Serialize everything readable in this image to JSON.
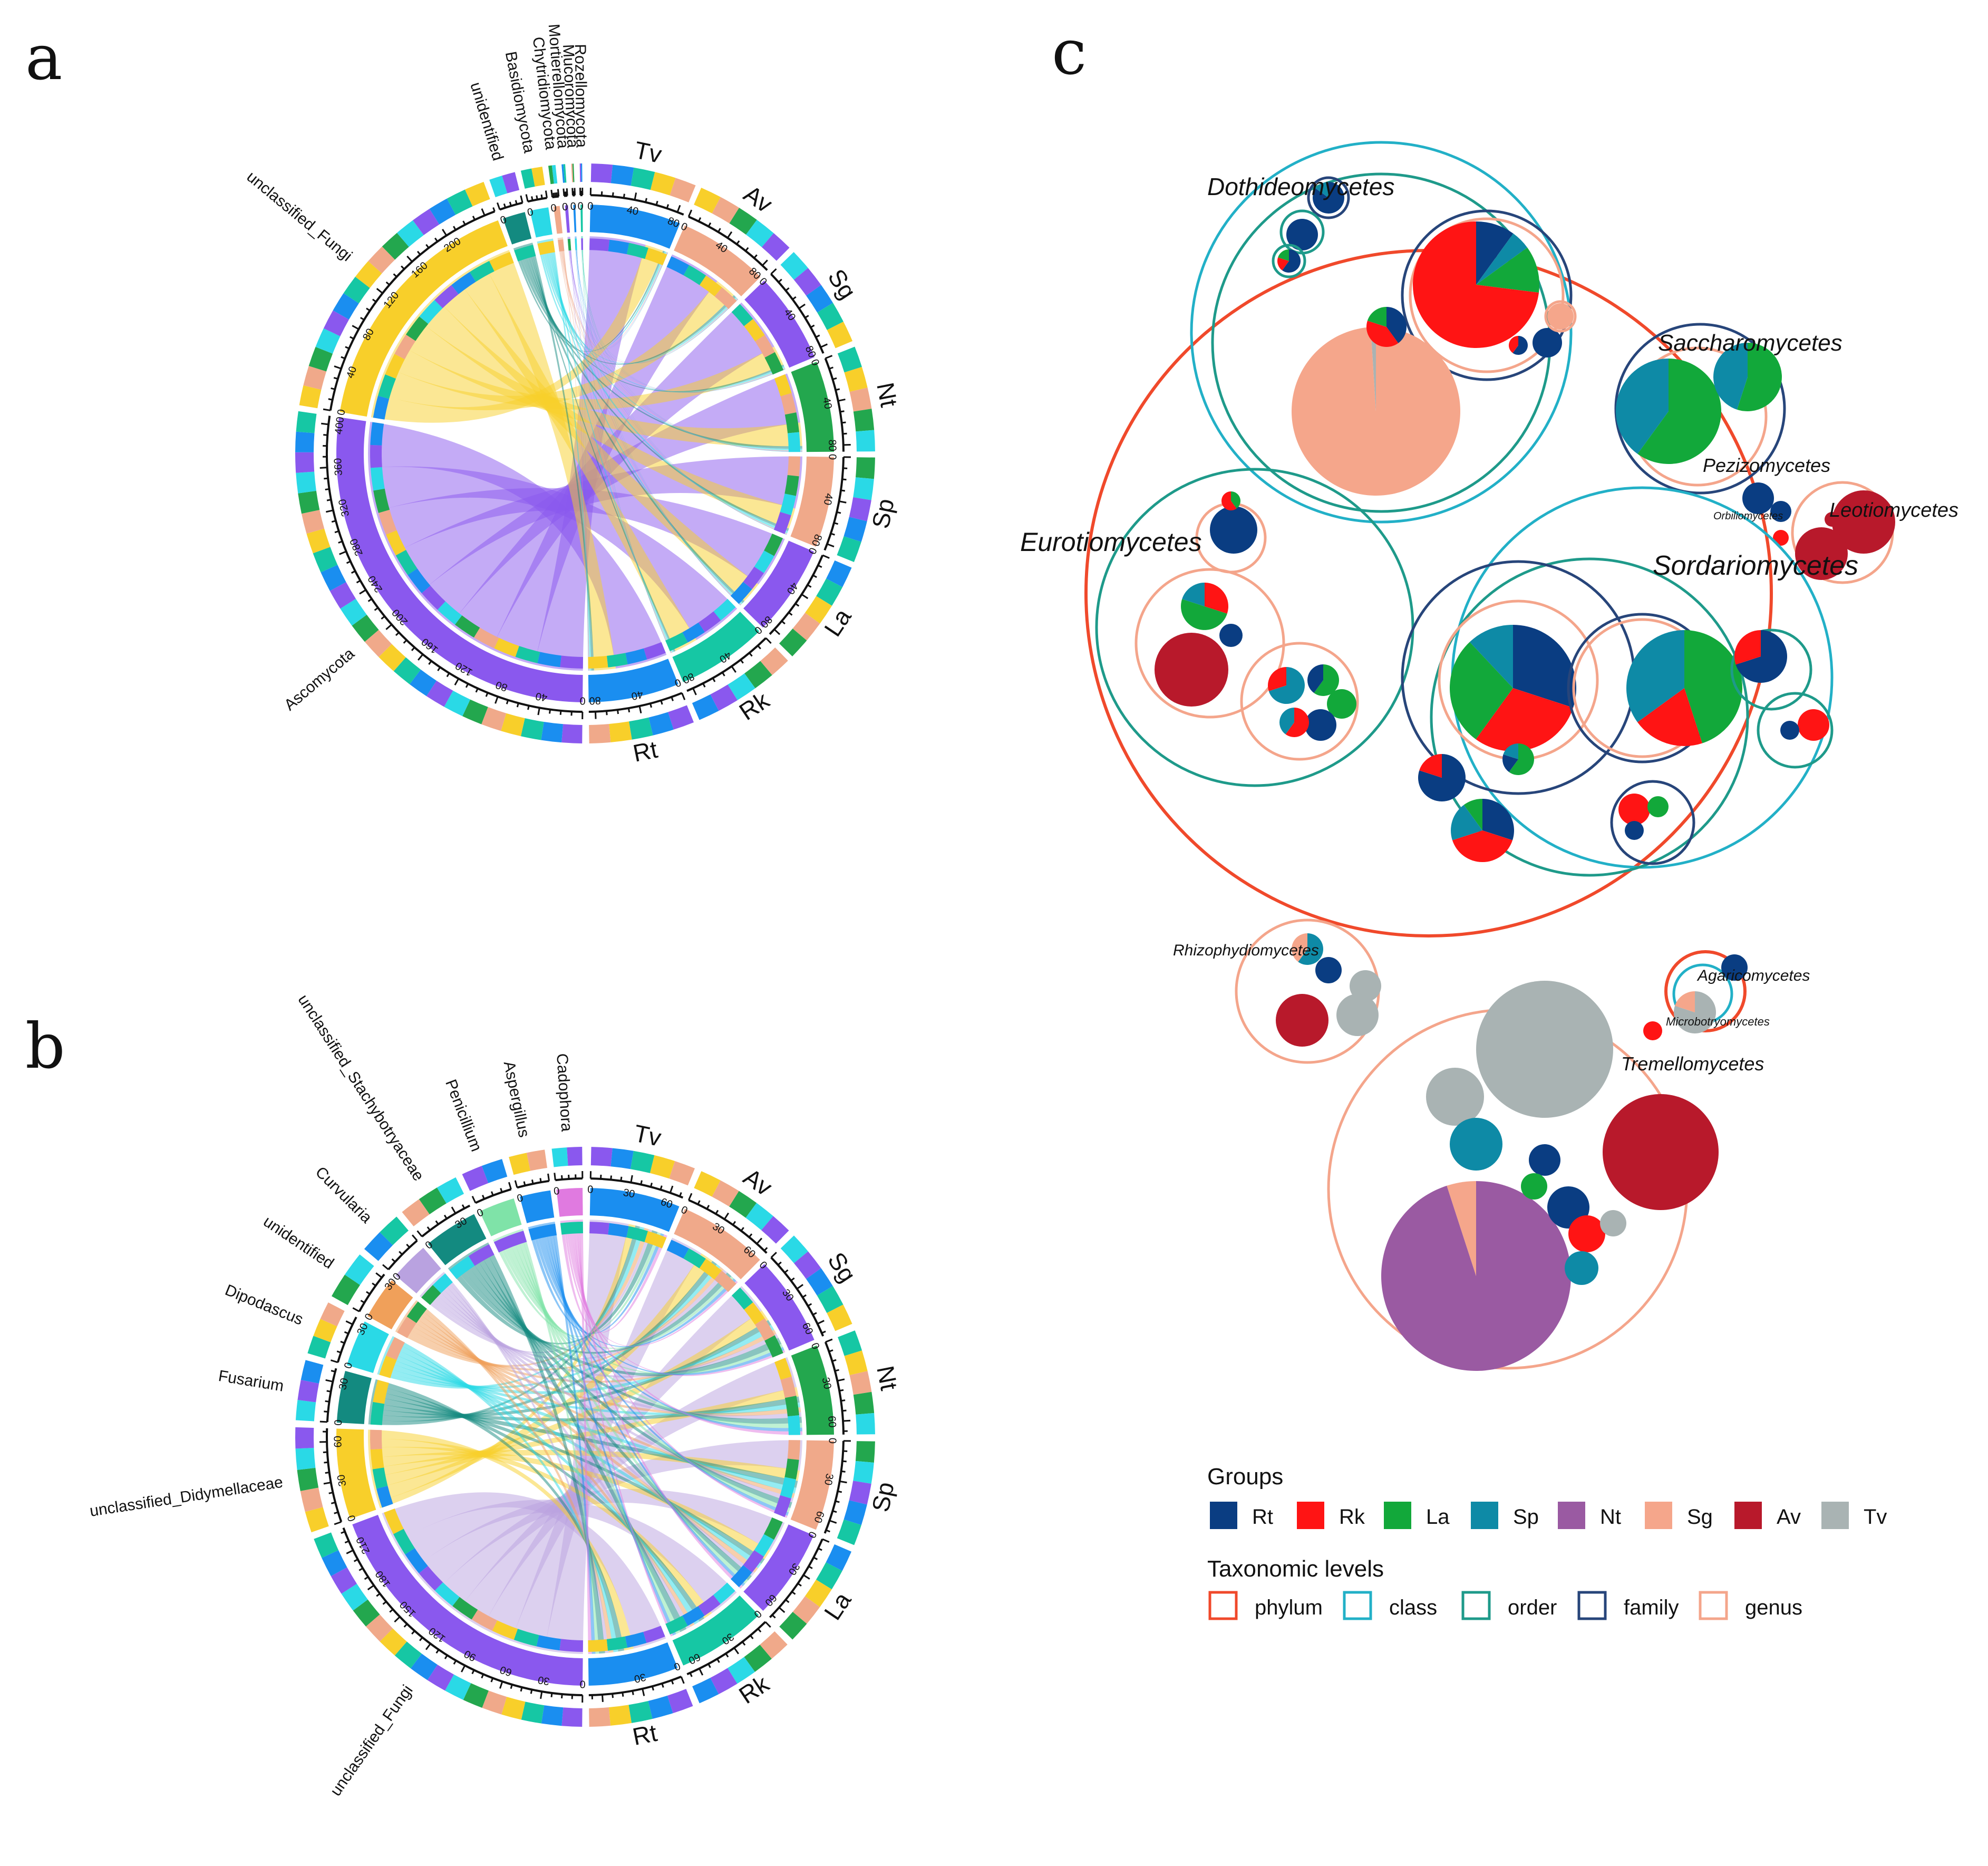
{
  "colors": {
    "Rt": "#0a3d82",
    "Rk": "#ff1414",
    "La": "#12a83a",
    "Sp": "#0e8aa6",
    "Nt": "#9a5aa2",
    "Sg": "#f5a68b",
    "Av": "#b8192b",
    "Tv": "#a9b3b3",
    "phylum": "#f0492b",
    "class": "#22b0c7",
    "order": "#1e9a8a",
    "family": "#27457a",
    "genus": "#f4a58b",
    "chord_purple": "#8a58ee",
    "chord_yellow": "#f8cf2a",
    "chord_blue": "#1a8ef0",
    "chord_salmon": "#f0a98a",
    "chord_teal": "#16c7a4",
    "chord_cyan": "#2ad9e6",
    "chord_darkteal": "#138a80",
    "chord_green": "#23a74e",
    "chord_orange": "#f0a05a",
    "chord_lavender": "#b9a2e0",
    "chord_mint": "#7fe3a8",
    "chord_pink": "#e07ae0"
  },
  "panels": {
    "a": {
      "letter": "a"
    },
    "b": {
      "letter": "b"
    },
    "c": {
      "letter": "c"
    }
  },
  "chart_data": [
    {
      "type": "chord",
      "panel": "a",
      "taxa": [
        {
          "name": "Ascomycota",
          "total": 408,
          "ticks": [
            "0",
            "40",
            "80",
            "120",
            "160",
            "200",
            "240",
            "280",
            "320",
            "360",
            "400"
          ]
        },
        {
          "name": "unclassified_Fungi",
          "total": 250,
          "ticks": [
            "0",
            "40",
            "80",
            "120",
            "160",
            "200"
          ]
        },
        {
          "name": "unidentified",
          "total": 22,
          "ticks": [
            "0"
          ]
        },
        {
          "name": "Basidiomycota",
          "total": 18,
          "ticks": [
            "0"
          ]
        },
        {
          "name": "Chytridiomycota",
          "total": 6,
          "ticks": [
            "0"
          ]
        },
        {
          "name": "Mortierellomycota",
          "total": 3,
          "ticks": [
            "0"
          ]
        },
        {
          "name": "Mucoromycota",
          "total": 2,
          "ticks": [
            "0"
          ]
        },
        {
          "name": "Rozellomycota",
          "total": 2,
          "ticks": [
            "0"
          ]
        }
      ],
      "groups": [
        {
          "name": "Tv",
          "total": 86,
          "ticks": [
            "0",
            "40",
            "80"
          ]
        },
        {
          "name": "Av",
          "total": 86,
          "ticks": [
            "0",
            "40",
            "80"
          ]
        },
        {
          "name": "Sg",
          "total": 86,
          "ticks": [
            "0",
            "40",
            "80"
          ]
        },
        {
          "name": "Nt",
          "total": 86,
          "ticks": [
            "0",
            "40",
            "80"
          ]
        },
        {
          "name": "Sp",
          "total": 86,
          "ticks": [
            "0",
            "40",
            "80"
          ]
        },
        {
          "name": "La",
          "total": 86,
          "ticks": [
            "0",
            "40",
            "80"
          ]
        },
        {
          "name": "Rk",
          "total": 86,
          "ticks": [
            "0",
            "40",
            "80"
          ]
        },
        {
          "name": "Rt",
          "total": 86,
          "ticks": [
            "0",
            "40",
            "80"
          ]
        }
      ],
      "links": [
        [
          62,
          58,
          60,
          56,
          60,
          58,
          56,
          58
        ],
        [
          20,
          24,
          22,
          26,
          24,
          24,
          26,
          24
        ],
        [
          2,
          3,
          2,
          3,
          3,
          3,
          2,
          3
        ],
        [
          2,
          2,
          2,
          2,
          3,
          2,
          2,
          2
        ],
        [
          0.8,
          0.7,
          0.8,
          0.7,
          0.8,
          0.7,
          0.8,
          0.7
        ],
        [
          0.4,
          0.4,
          0.3,
          0.4,
          0.4,
          0.4,
          0.3,
          0.4
        ],
        [
          0.3,
          0.2,
          0.3,
          0.2,
          0.2,
          0.3,
          0.2,
          0.2
        ],
        [
          0.2,
          0.3,
          0.2,
          0.3,
          0.2,
          0.2,
          0.3,
          0.2
        ]
      ]
    },
    {
      "type": "chord",
      "panel": "b",
      "taxa": [
        {
          "name": "unclassified_Fungi",
          "total": 228,
          "ticks": [
            "0",
            "30",
            "60",
            "90",
            "120",
            "150",
            "180",
            "210"
          ]
        },
        {
          "name": "unclassified_Didymellaceae",
          "total": 70,
          "ticks": [
            "0",
            "30",
            "60"
          ]
        },
        {
          "name": "Fusarium",
          "total": 40,
          "ticks": [
            "0",
            "30"
          ]
        },
        {
          "name": "Dipodascus",
          "total": 36,
          "ticks": [
            "0",
            "30"
          ]
        },
        {
          "name": "unidentified",
          "total": 33,
          "ticks": [
            "0",
            "30"
          ]
        },
        {
          "name": "Curvularia",
          "total": 30,
          "ticks": [
            "0"
          ]
        },
        {
          "name": "unclassified_Stachybotryaceae",
          "total": 42,
          "ticks": [
            "0",
            "30"
          ]
        },
        {
          "name": "Penicillium",
          "total": 28,
          "ticks": [
            "0"
          ]
        },
        {
          "name": "Aspergillus",
          "total": 24,
          "ticks": [
            "0"
          ]
        },
        {
          "name": "Cadophora",
          "total": 20,
          "ticks": [
            "0"
          ]
        }
      ],
      "groups": [
        {
          "name": "Tv",
          "total": 70,
          "ticks": [
            "0",
            "30",
            "60"
          ]
        },
        {
          "name": "Av",
          "total": 70,
          "ticks": [
            "0",
            "30",
            "60"
          ]
        },
        {
          "name": "Sg",
          "total": 70,
          "ticks": [
            "0",
            "30",
            "60"
          ]
        },
        {
          "name": "Nt",
          "total": 70,
          "ticks": [
            "0",
            "30",
            "60"
          ]
        },
        {
          "name": "Sp",
          "total": 70,
          "ticks": [
            "0",
            "30",
            "60"
          ]
        },
        {
          "name": "La",
          "total": 70,
          "ticks": [
            "0",
            "30",
            "60"
          ]
        },
        {
          "name": "Rk",
          "total": 70,
          "ticks": [
            "0",
            "30",
            "60"
          ]
        },
        {
          "name": "Rt",
          "total": 70,
          "ticks": [
            "0",
            "30"
          ]
        }
      ],
      "links": [
        [
          34,
          30,
          28,
          26,
          26,
          28,
          28,
          28
        ],
        [
          6,
          12,
          10,
          8,
          9,
          9,
          8,
          8
        ],
        [
          4,
          5,
          5,
          5,
          6,
          5,
          5,
          5
        ],
        [
          4,
          4,
          5,
          4,
          5,
          5,
          5,
          4
        ],
        [
          4,
          4,
          4,
          4,
          4,
          5,
          4,
          4
        ],
        [
          3,
          4,
          4,
          4,
          4,
          4,
          4,
          3
        ],
        [
          5,
          5,
          6,
          5,
          5,
          5,
          6,
          5
        ],
        [
          3,
          3,
          3,
          4,
          4,
          4,
          4,
          3
        ],
        [
          3,
          3,
          3,
          3,
          3,
          3,
          3,
          3
        ],
        [
          3,
          2,
          2,
          3,
          2,
          3,
          2,
          3
        ]
      ]
    },
    {
      "type": "packed-circles",
      "panel": "c",
      "class_labels": [
        "Dothideomycetes",
        "Saccharomycetes",
        "Pezizomycetes",
        "Orbiliomycetes",
        "Leotiomycetes",
        "Eurotiomycetes",
        "Sordariomycetes",
        "Rhizophydiomycetes",
        "Agaricomycetes",
        "Microbotryomycetes",
        "Tremellomycetes"
      ],
      "legend": {
        "groups_title": "Groups",
        "groups": [
          "Rt",
          "Rk",
          "La",
          "Sp",
          "Nt",
          "Sg",
          "Av",
          "Tv"
        ],
        "levels_title": "Taxonomic levels",
        "levels": [
          "phylum",
          "class",
          "order",
          "family",
          "genus"
        ]
      }
    }
  ]
}
